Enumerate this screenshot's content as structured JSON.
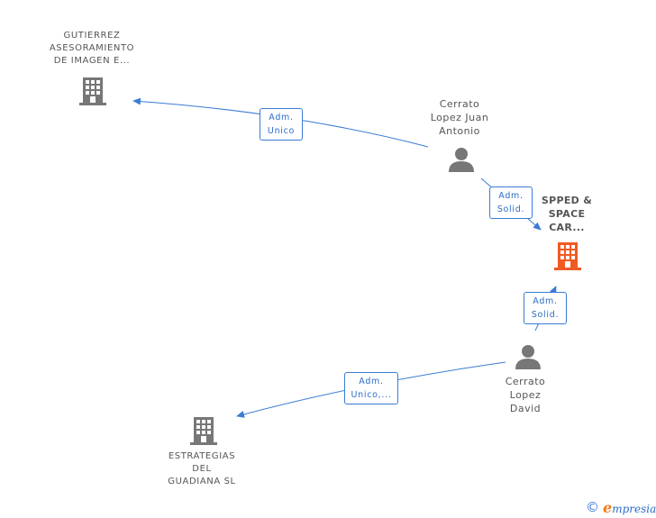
{
  "nodes": {
    "gutierrez": {
      "lines": [
        "GUTIERREZ",
        "ASESORAMIENTO",
        "DE IMAGEN E..."
      ]
    },
    "juan": {
      "lines": [
        "Cerrato",
        "Lopez Juan",
        "Antonio"
      ]
    },
    "spped": {
      "lines": [
        "SPPED &",
        "SPACE",
        "CAR..."
      ]
    },
    "david": {
      "lines": [
        "Cerrato",
        "Lopez",
        "David"
      ]
    },
    "estrategias": {
      "lines": [
        "ESTRATEGIAS",
        "DEL",
        "GUADIANA SL"
      ]
    }
  },
  "edges": {
    "juan_gutierrez": [
      "Adm.",
      "Unico"
    ],
    "juan_spped": [
      "Adm.",
      "Solid."
    ],
    "david_spped": [
      "Adm.",
      "Solid."
    ],
    "david_estrategias": [
      "Adm.",
      "Unico,..."
    ]
  },
  "colors": {
    "company": "#777777",
    "focus_company": "#f05a24",
    "person": "#777777",
    "edge": "#3a7bd5"
  },
  "footer": {
    "copyright_symbol": "©",
    "brand_initial": "e",
    "brand_rest": "mpresia"
  }
}
